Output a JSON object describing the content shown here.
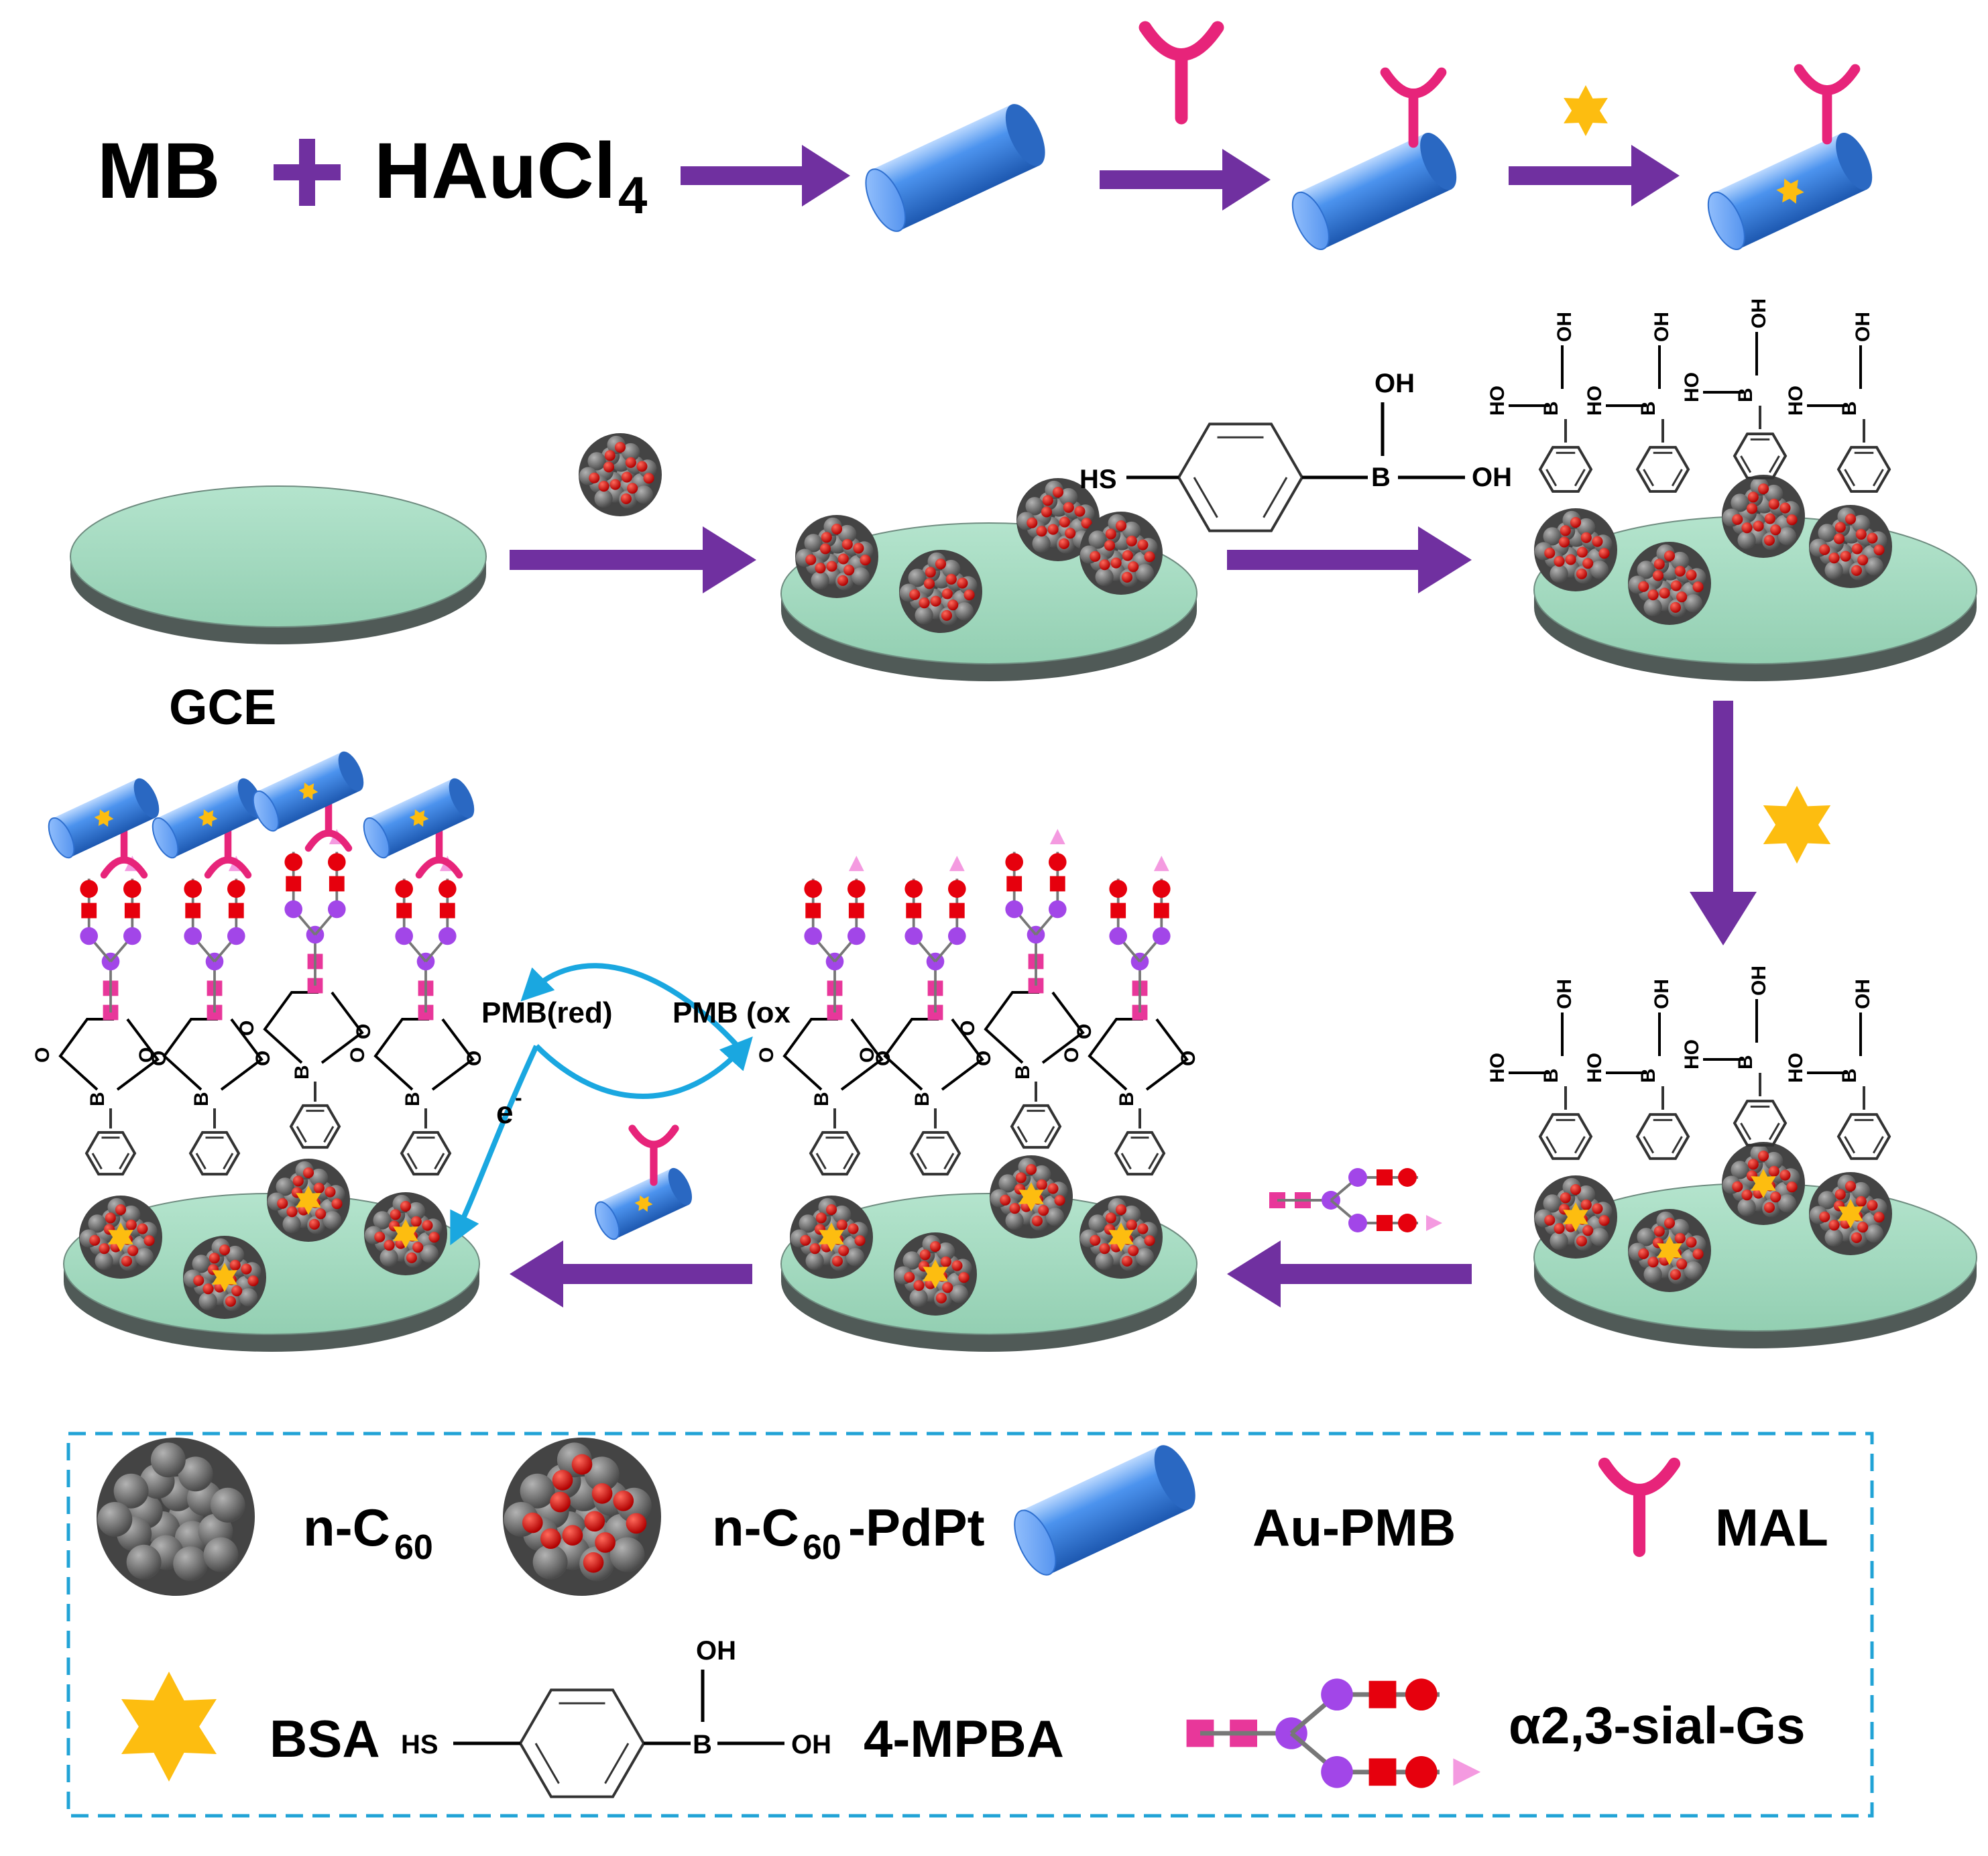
{
  "reaction": {
    "reactant1": "MB",
    "reactant2_main": "HAuCl",
    "reactant2_sub": "4"
  },
  "electrode_label": "GCE",
  "chem": {
    "hs": "HS",
    "b": "B",
    "oh": "OH",
    "ho": "HO",
    "o": "O"
  },
  "redox": {
    "red": "PMB(red)",
    "ox": "PMB (ox",
    "electron": "e",
    "electron_sup": "-"
  },
  "legend": {
    "c60": {
      "main": "n-C",
      "sub": "60"
    },
    "c60pdpt": {
      "main": "n-C",
      "sub": "60",
      "tail": "-PdPt"
    },
    "aupmb": "Au-PMB",
    "mal": "MAL",
    "bsa": "BSA",
    "mpba": "4-MPBA",
    "sialgs": "α2,3-sial-Gs"
  },
  "colors": {
    "arrow": "#7030a0",
    "electrode_top": "#a8dcc3",
    "electrode_side": "#505a57",
    "nanoparticle": "#5a5a5a",
    "pd_pt_dots": "#d0120c",
    "rod": "#3d86e6",
    "mal": "#e7247a",
    "bsa": "#fdbd10",
    "glycan_square": "#e8379a",
    "glycan_circle_purple": "#a246e8",
    "glycan_red": "#e6000d",
    "redox_arrow": "#1aa7e0",
    "legend_border": "#21a3d6"
  }
}
